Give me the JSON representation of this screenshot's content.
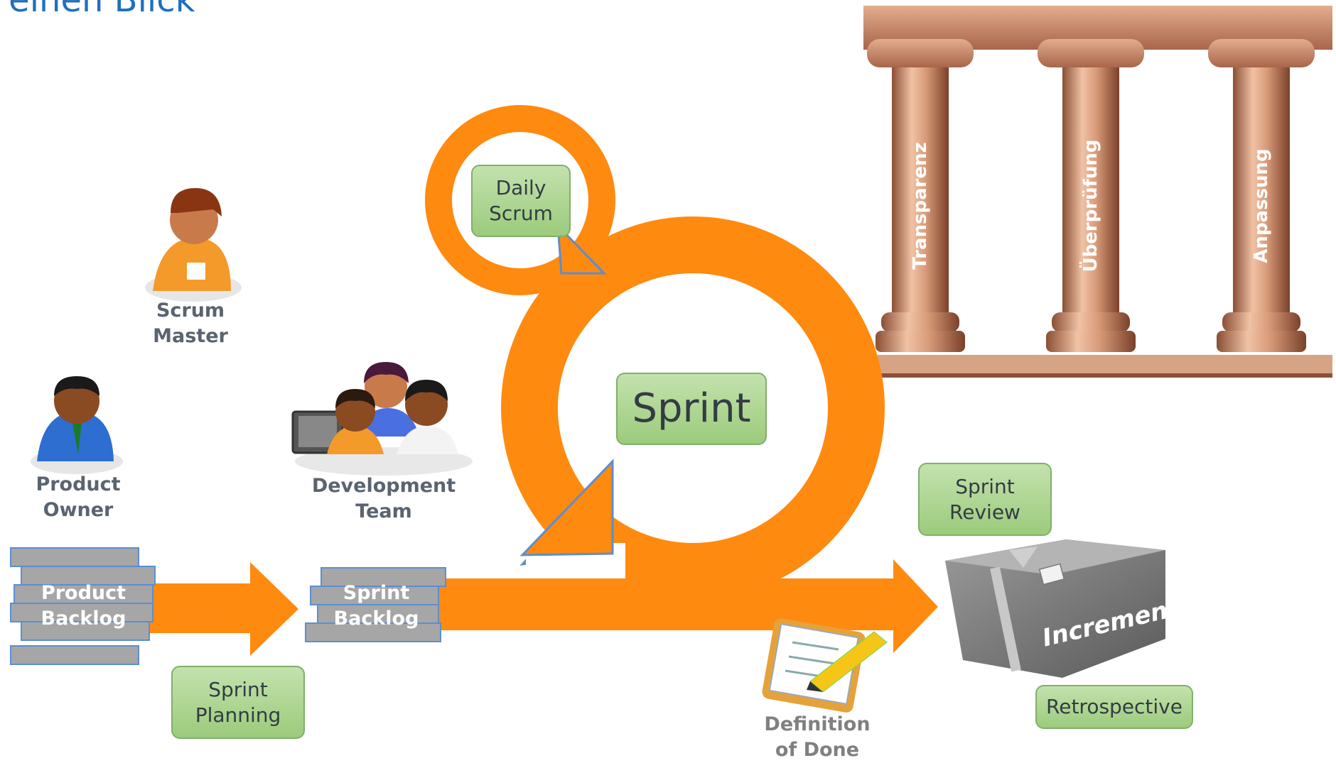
{
  "title": "f einen Blick",
  "roles": {
    "scrum_master": "Scrum\nMaster",
    "product_owner": "Product\nOwner",
    "development_team": "Development\nTeam"
  },
  "artifacts": {
    "product_backlog": "Product\nBacklog",
    "sprint_backlog": "Sprint\nBacklog",
    "increment": "Increment"
  },
  "events": {
    "daily_scrum": "Daily\nScrum",
    "sprint": "Sprint",
    "sprint_review": "Sprint\nReview",
    "sprint_planning": "Sprint\nPlanning",
    "retrospective": "Retrospective"
  },
  "definition_of_done": "Definition\nof Done",
  "pillars": [
    "Transparenz",
    "Überprüfung",
    "Anpassung"
  ],
  "colors": {
    "orange": "#ff8a10",
    "green_box": "#a9d18e",
    "backlog_gray": "#a6a6a6",
    "title_blue": "#1f6fc1",
    "pillar": "#c98a6b"
  }
}
